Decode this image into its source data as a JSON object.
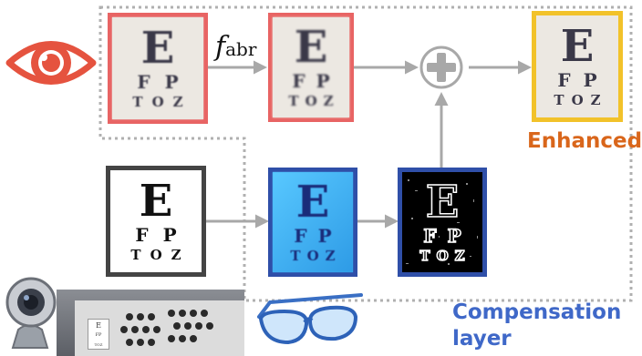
{
  "chart_letters": {
    "line1": "E",
    "line2": "FP",
    "line3": "TOZ"
  },
  "function_symbol": "f",
  "function_subscript": "abr",
  "labels": {
    "enhanced": "Enhanced",
    "compensation": "Compensation",
    "layer": "layer"
  },
  "colors": {
    "aberrated_border": "#e86464",
    "enhanced_border": "#f2c22a",
    "enhanced_label": "#d9661b",
    "blue_border": "#2f4fa8",
    "compensation_label": "#3f68c8",
    "arrow": "#a8a8a8",
    "dotted_border": "#b0b0b0"
  },
  "icons": [
    "eye-icon",
    "plus-circle-icon",
    "webcam-icon",
    "glasses-icon"
  ]
}
